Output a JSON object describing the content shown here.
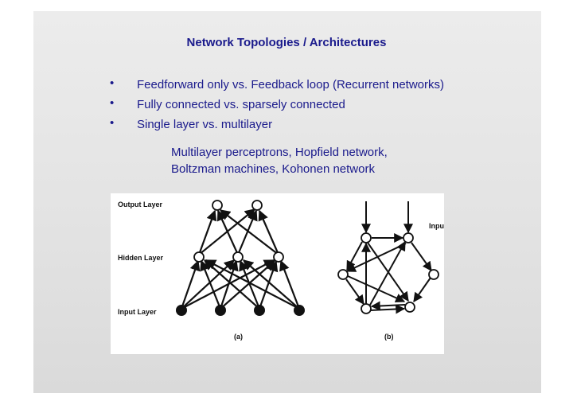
{
  "slide": {
    "title": "Network Topologies / Architectures",
    "bullets": [
      "Feedforward only vs. Feedback loop (Recurrent networks)",
      "Fully connected vs. sparsely connected",
      "Single layer vs. multilayer"
    ],
    "bullet_glyph": "•",
    "examples": [
      "Multilayer perceptrons, Hopfield network,",
      "Boltzman machines, Kohonen network"
    ]
  },
  "figure": {
    "layer_labels": [
      "Output Layer",
      "Hidden Layer",
      "Input Layer"
    ],
    "inputs_label": "Inputs",
    "caption_a": "(a)",
    "caption_b": "(b)"
  },
  "colors": {
    "text": "#1a1a8c",
    "background": "#e4e4e4"
  }
}
